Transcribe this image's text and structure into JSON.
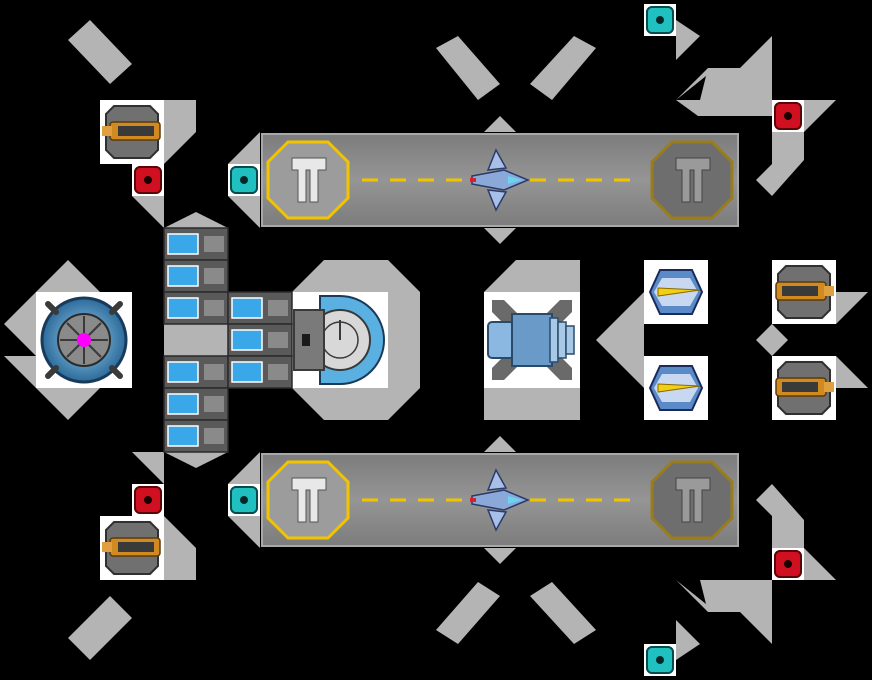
{
  "scene": {
    "type": "top-down spaceship layout",
    "background": "#000000",
    "hull_color": "#b4b4b4",
    "hull_edge_color": "#ffffff"
  },
  "colors": {
    "runway": "#8c8c8c",
    "runway_stripe": "#f2c400",
    "pad_active_ring": "#f2c400",
    "pad_inactive_ring": "#9a7d1a",
    "shield": "#5ab0e0",
    "reactor_core": "#ff00ff",
    "hostile_node": "#d01020",
    "friendly_node": "#20c0c0",
    "turret_orange": "#d08a20"
  },
  "components": {
    "hangars": [
      {
        "name": "upper-hangar",
        "pads": [
          "launch-pad-active",
          "launch-pad-inactive"
        ],
        "ship": "fighter-icon"
      },
      {
        "name": "lower-hangar",
        "pads": [
          "launch-pad-active",
          "launch-pad-inactive"
        ],
        "ship": "fighter-icon"
      }
    ],
    "turrets": [
      "turret-top-left",
      "turret-bottom-left",
      "turret-right-upper",
      "turret-right-lower"
    ],
    "engines": [
      "engine-pod-upper",
      "engine-pod-lower"
    ],
    "core": "reactor-core-icon",
    "shield_generator": "shield-generator-icon",
    "thruster": "thruster-cluster-icon",
    "battery_bank_count": 9
  }
}
